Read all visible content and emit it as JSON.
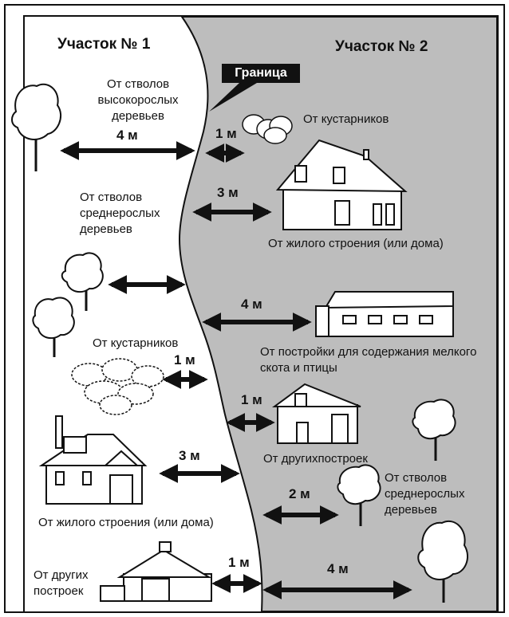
{
  "plot1": {
    "title": "Участок № 1"
  },
  "plot2": {
    "title": "Участок № 2"
  },
  "boundary": {
    "label": "Граница"
  },
  "plot1_items": {
    "tall_trees": "От стволов высокорослых деревьев",
    "medium_trees": "От стволов среднерослых деревьев",
    "shrubs": "От кустарников",
    "house": "От жилого строения (или дома)",
    "other_buildings": "От других построек"
  },
  "plot2_items": {
    "shrubs": "От кустарников",
    "house": "От жилого строения (или дома)",
    "livestock_building": "От постройки для содержания мелкого скота и птицы",
    "other_buildings": "От другихпостроек",
    "medium_trees": "От стволов среднерослых деревьев"
  },
  "distances": {
    "tall_trees": "4 м",
    "shrubs_right": "1 м",
    "house_right": "3 м",
    "livestock": "4 м",
    "shrubs_left": "1 м",
    "other_right": "1 м",
    "house_left": "3 м",
    "medium_trees_right": "2 м",
    "other_left": "1 м",
    "tall_trees_right": "4 м"
  },
  "colors": {
    "plot2_fill": "#bdbdbd",
    "plot1_fill": "#ffffff",
    "ink": "#111111"
  }
}
